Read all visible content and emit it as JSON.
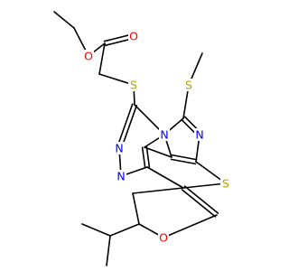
{
  "molecule": {
    "atoms": {
      "o_ester_double": {
        "symbol": "O",
        "color": "#ff0000"
      },
      "o_ester_single": {
        "symbol": "O",
        "color": "#ff0000"
      },
      "s_thioether_1": {
        "symbol": "S",
        "color": "#b2a200"
      },
      "s_thioether_2": {
        "symbol": "S",
        "color": "#b2a200"
      },
      "n_triazole_bridge": {
        "symbol": "N",
        "color": "#0000ff"
      },
      "n_pyrimidine": {
        "symbol": "N",
        "color": "#0000ff"
      },
      "n_triazole_a": {
        "symbol": "N",
        "color": "#0000ff"
      },
      "n_triazole_b": {
        "symbol": "N",
        "color": "#0000ff"
      },
      "s_thiophene": {
        "symbol": "S",
        "color": "#b2a200"
      },
      "o_pyran": {
        "symbol": "O",
        "color": "#ff0000"
      }
    },
    "bond_color": "#000000"
  }
}
